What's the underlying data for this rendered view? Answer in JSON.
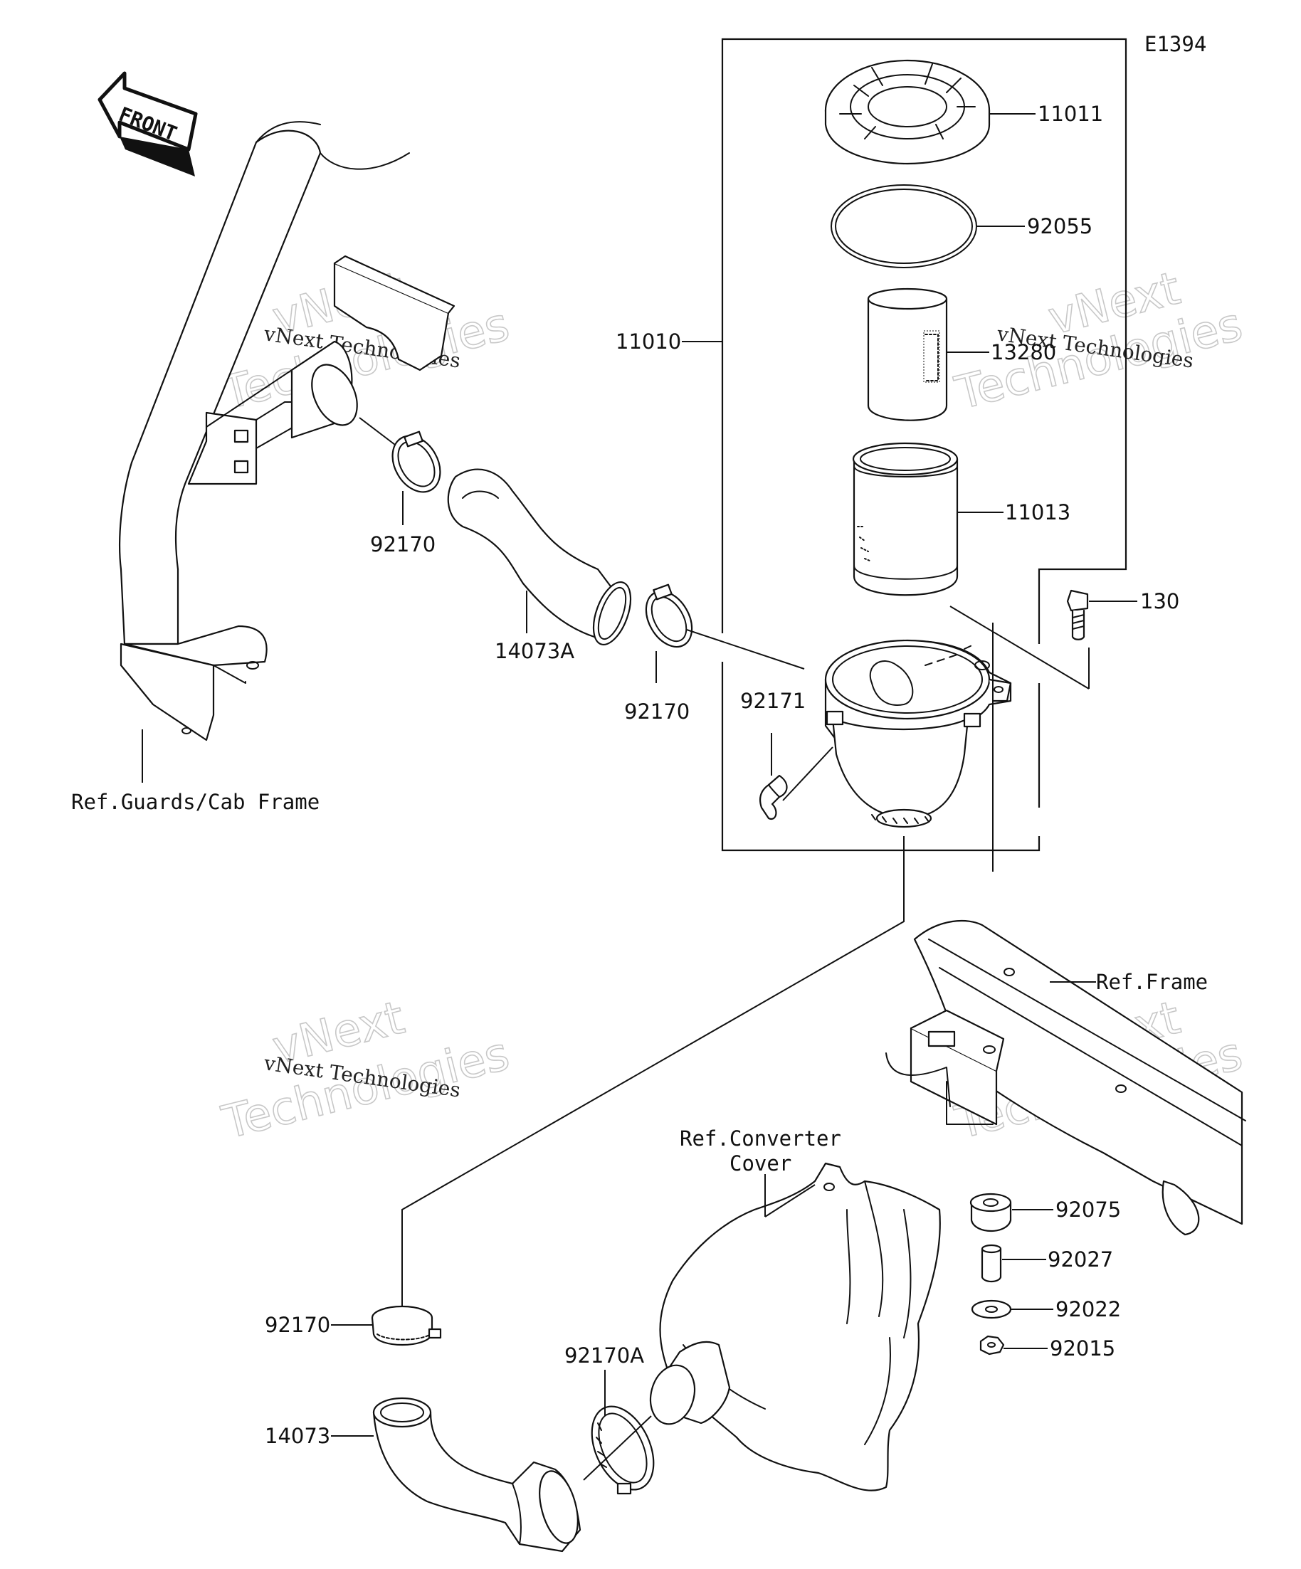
{
  "diagram": {
    "code": "E1394",
    "front_label": "FRONT",
    "parts": {
      "p11011": "11011",
      "p92055": "92055",
      "p13280": "13280",
      "p11010": "11010",
      "p11013": "11013",
      "p130": "130",
      "p92170_a": "92170",
      "p14073A": "14073A",
      "p92170_b": "92170",
      "p92171": "92171",
      "p92170_c": "92170",
      "p92170A": "92170A",
      "p14073": "14073",
      "p92075": "92075",
      "p92027": "92027",
      "p92022": "92022",
      "p92015": "92015"
    },
    "refs": {
      "guards": "Ref.Guards/Cab Frame",
      "frame": "Ref.Frame",
      "converter_line1": "Ref.Converter",
      "converter_line2": "Cover"
    },
    "watermark": {
      "line_a": "vNext",
      "line_b": "Technologies",
      "line_c": "vNext Technologies"
    }
  }
}
